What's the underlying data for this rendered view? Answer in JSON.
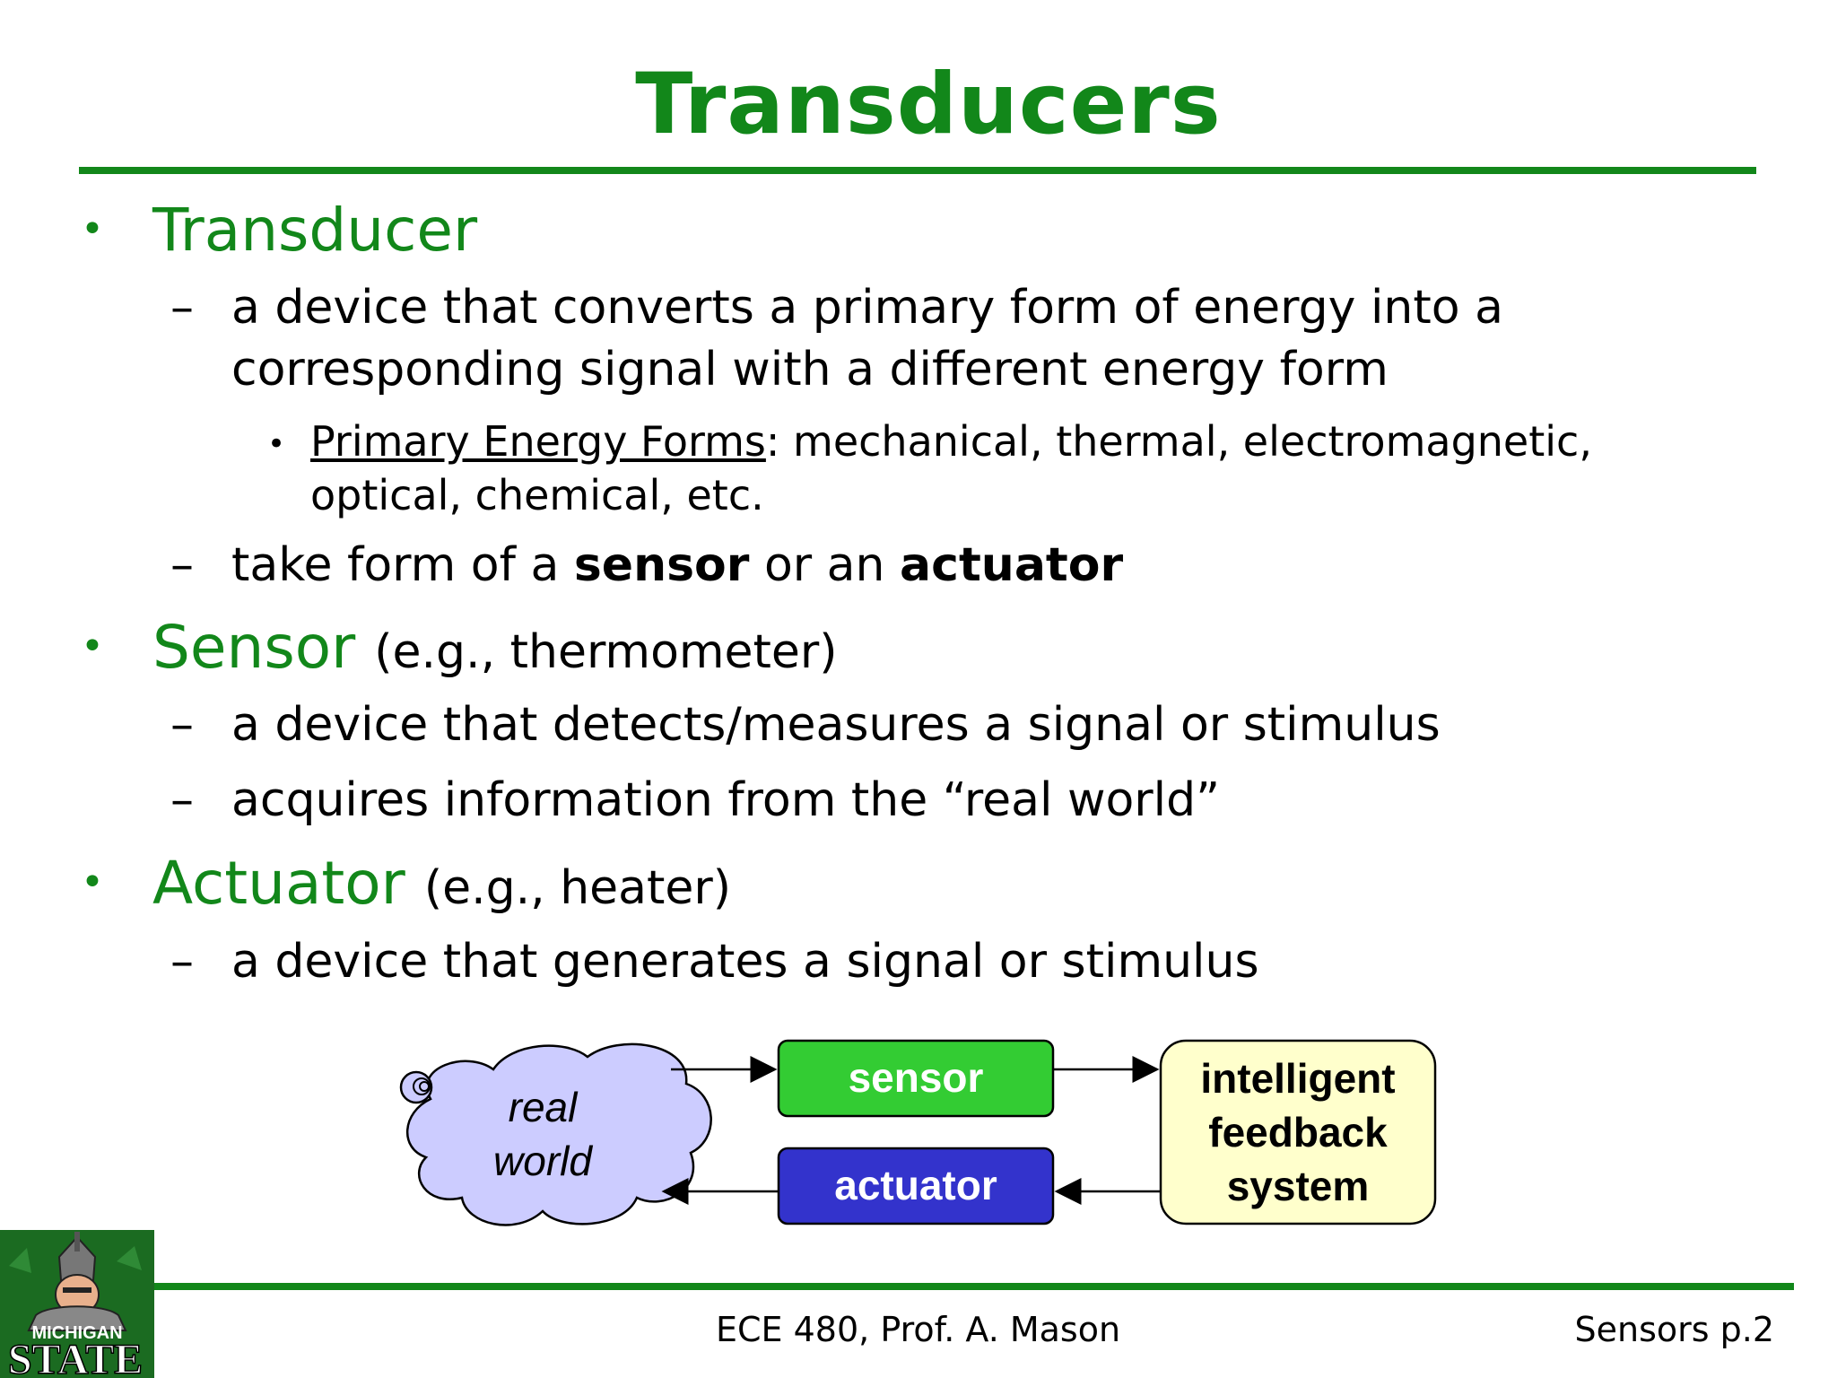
{
  "title": "Transducers",
  "bullets": {
    "transducer": {
      "heading": "Transducer",
      "def_line1": "a device that converts a primary form of energy into a",
      "def_line2": "corresponding signal with a different energy form",
      "forms_label": "Primary Energy Forms",
      "forms_line1": ": mechanical, thermal, electromagnetic,",
      "forms_line2": "optical, chemical, etc.",
      "take_prefix": "take form of a ",
      "take_sensor": "sensor",
      "take_mid": " or an ",
      "take_actuator": "actuator"
    },
    "sensor": {
      "heading": "Sensor",
      "example": "(e.g., thermometer)",
      "line1": "a device that detects/measures a signal or stimulus",
      "line2": "acquires information from the “real world”"
    },
    "actuator": {
      "heading": "Actuator",
      "example": "(e.g., heater)",
      "line1": "a device that generates a signal or stimulus"
    }
  },
  "diagram": {
    "cloud_line1": "real",
    "cloud_line2": "world",
    "sensor_label": "sensor",
    "actuator_label": "actuator",
    "system_line1": "intelligent",
    "system_line2": "feedback",
    "system_line3": "system"
  },
  "footer": {
    "center": "ECE 480, Prof. A. Mason",
    "right": "Sensors p.2"
  },
  "logo": {
    "line1": "MICHIGAN",
    "line2": "STATE"
  },
  "colors": {
    "accent_green": "#12871a",
    "sensor_box": "#33cc33",
    "actuator_box": "#3333cc",
    "cloud": "#ccccff",
    "system_box": "#ffffcc"
  }
}
